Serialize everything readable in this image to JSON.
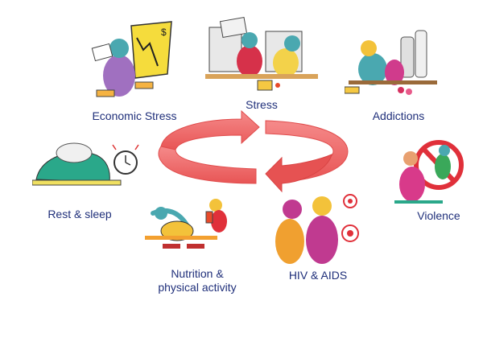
{
  "diagram": {
    "topics": [
      {
        "id": "economic-stress",
        "label": "Economic Stress"
      },
      {
        "id": "stress",
        "label": "Stress"
      },
      {
        "id": "addictions",
        "label": "Addictions"
      },
      {
        "id": "rest-sleep",
        "label": "Rest & sleep"
      },
      {
        "id": "violence",
        "label": "Violence"
      },
      {
        "id": "nutrition",
        "label_line1": "Nutrition &",
        "label_line2": "physical activity"
      },
      {
        "id": "hiv-aids",
        "label": "HIV & AIDS"
      }
    ],
    "cycle": {
      "arrow_color": "#f06a6a",
      "arrow_color_dark": "#d94c4c",
      "direction": "clockwise"
    },
    "text_color": "#1f2f7a"
  }
}
